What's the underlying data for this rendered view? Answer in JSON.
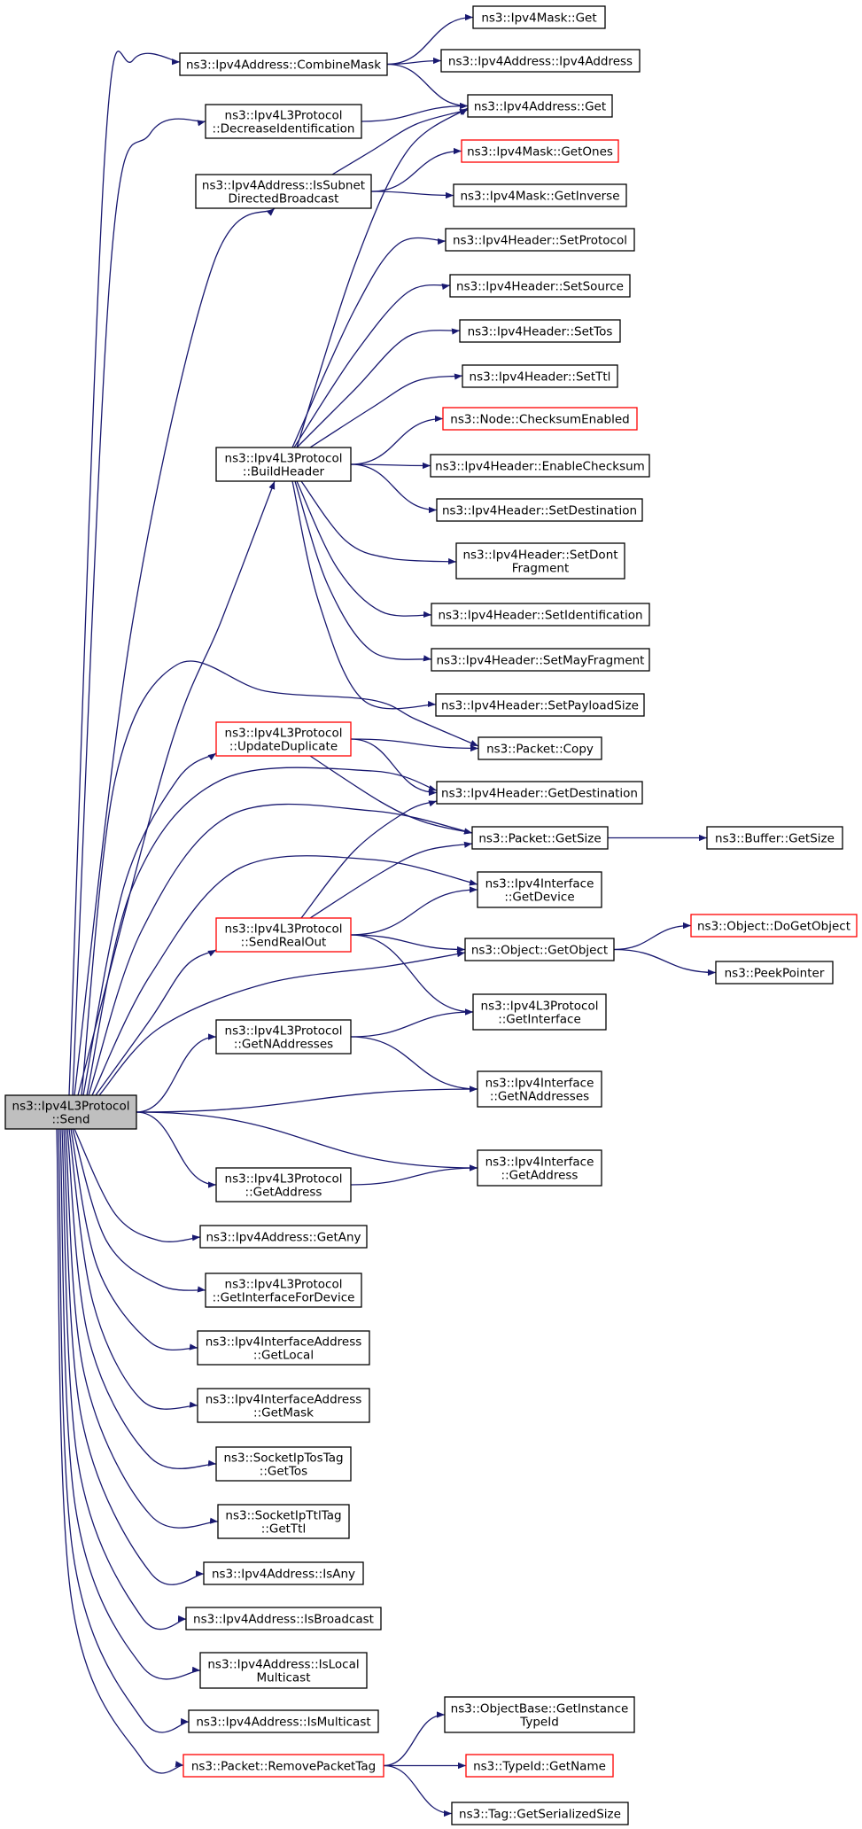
{
  "colors": {
    "edge": "#191970",
    "normal_border": "#000000",
    "red_border": "#ff0000",
    "root_fill": "#bfbfbf",
    "node_fill": "#ffffff"
  },
  "nodes": [
    {
      "id": "send",
      "lines": [
        "ns3::Ipv4L3Protocol",
        "::Send"
      ],
      "style": "root"
    },
    {
      "id": "combine_mask",
      "lines": [
        "ns3::Ipv4Address::CombineMask"
      ],
      "style": "normal"
    },
    {
      "id": "decrease_id",
      "lines": [
        "ns3::Ipv4L3Protocol",
        "::DecreaseIdentification"
      ],
      "style": "normal"
    },
    {
      "id": "is_subnet_db",
      "lines": [
        "ns3::Ipv4Address::IsSubnet",
        "DirectedBroadcast"
      ],
      "style": "normal"
    },
    {
      "id": "mask_get",
      "lines": [
        "ns3::Ipv4Mask::Get"
      ],
      "style": "normal"
    },
    {
      "id": "addr_ctor",
      "lines": [
        "ns3::Ipv4Address::Ipv4Address"
      ],
      "style": "normal"
    },
    {
      "id": "addr_get",
      "lines": [
        "ns3::Ipv4Address::Get"
      ],
      "style": "normal"
    },
    {
      "id": "mask_get_ones",
      "lines": [
        "ns3::Ipv4Mask::GetOnes"
      ],
      "style": "red"
    },
    {
      "id": "mask_get_inverse",
      "lines": [
        "ns3::Ipv4Mask::GetInverse"
      ],
      "style": "normal"
    },
    {
      "id": "build_header",
      "lines": [
        "ns3::Ipv4L3Protocol",
        "::BuildHeader"
      ],
      "style": "normal"
    },
    {
      "id": "h_set_protocol",
      "lines": [
        "ns3::Ipv4Header::SetProtocol"
      ],
      "style": "normal"
    },
    {
      "id": "h_set_source",
      "lines": [
        "ns3::Ipv4Header::SetSource"
      ],
      "style": "normal"
    },
    {
      "id": "h_set_tos",
      "lines": [
        "ns3::Ipv4Header::SetTos"
      ],
      "style": "normal"
    },
    {
      "id": "h_set_ttl",
      "lines": [
        "ns3::Ipv4Header::SetTtl"
      ],
      "style": "normal"
    },
    {
      "id": "node_checksum",
      "lines": [
        "ns3::Node::ChecksumEnabled"
      ],
      "style": "red"
    },
    {
      "id": "h_enable_checksum",
      "lines": [
        "ns3::Ipv4Header::EnableChecksum"
      ],
      "style": "normal"
    },
    {
      "id": "h_set_destination",
      "lines": [
        "ns3::Ipv4Header::SetDestination"
      ],
      "style": "normal"
    },
    {
      "id": "h_set_dont_fragment",
      "lines": [
        "ns3::Ipv4Header::SetDont",
        "Fragment"
      ],
      "style": "normal"
    },
    {
      "id": "h_set_identification",
      "lines": [
        "ns3::Ipv4Header::SetIdentification"
      ],
      "style": "normal"
    },
    {
      "id": "h_set_may_fragment",
      "lines": [
        "ns3::Ipv4Header::SetMayFragment"
      ],
      "style": "normal"
    },
    {
      "id": "h_set_payload_size",
      "lines": [
        "ns3::Ipv4Header::SetPayloadSize"
      ],
      "style": "normal"
    },
    {
      "id": "update_duplicate",
      "lines": [
        "ns3::Ipv4L3Protocol",
        "::UpdateDuplicate"
      ],
      "style": "red"
    },
    {
      "id": "packet_copy",
      "lines": [
        "ns3::Packet::Copy"
      ],
      "style": "normal"
    },
    {
      "id": "h_get_destination",
      "lines": [
        "ns3::Ipv4Header::GetDestination"
      ],
      "style": "normal"
    },
    {
      "id": "packet_get_size",
      "lines": [
        "ns3::Packet::GetSize"
      ],
      "style": "normal"
    },
    {
      "id": "buffer_get_size",
      "lines": [
        "ns3::Buffer::GetSize"
      ],
      "style": "normal"
    },
    {
      "id": "iface_get_device",
      "lines": [
        "ns3::Ipv4Interface",
        "::GetDevice"
      ],
      "style": "normal"
    },
    {
      "id": "send_real_out",
      "lines": [
        "ns3::Ipv4L3Protocol",
        "::SendRealOut"
      ],
      "style": "red"
    },
    {
      "id": "object_get_object",
      "lines": [
        "ns3::Object::GetObject"
      ],
      "style": "normal"
    },
    {
      "id": "object_do_get_object",
      "lines": [
        "ns3::Object::DoGetObject"
      ],
      "style": "red"
    },
    {
      "id": "peek_pointer",
      "lines": [
        "ns3::PeekPointer"
      ],
      "style": "normal"
    },
    {
      "id": "l3_get_interface",
      "lines": [
        "ns3::Ipv4L3Protocol",
        "::GetInterface"
      ],
      "style": "normal"
    },
    {
      "id": "l3_get_n_addresses",
      "lines": [
        "ns3::Ipv4L3Protocol",
        "::GetNAddresses"
      ],
      "style": "normal"
    },
    {
      "id": "iface_get_n_addresses",
      "lines": [
        "ns3::Ipv4Interface",
        "::GetNAddresses"
      ],
      "style": "normal"
    },
    {
      "id": "iface_get_address",
      "lines": [
        "ns3::Ipv4Interface",
        "::GetAddress"
      ],
      "style": "normal"
    },
    {
      "id": "l3_get_address",
      "lines": [
        "ns3::Ipv4L3Protocol",
        "::GetAddress"
      ],
      "style": "normal"
    },
    {
      "id": "addr_get_any",
      "lines": [
        "ns3::Ipv4Address::GetAny"
      ],
      "style": "normal"
    },
    {
      "id": "l3_get_iface_for_device",
      "lines": [
        "ns3::Ipv4L3Protocol",
        "::GetInterfaceForDevice"
      ],
      "style": "normal"
    },
    {
      "id": "ifaddr_get_local",
      "lines": [
        "ns3::Ipv4InterfaceAddress",
        "::GetLocal"
      ],
      "style": "normal"
    },
    {
      "id": "ifaddr_get_mask",
      "lines": [
        "ns3::Ipv4InterfaceAddress",
        "::GetMask"
      ],
      "style": "normal"
    },
    {
      "id": "tos_tag_get_tos",
      "lines": [
        "ns3::SocketIpTosTag",
        "::GetTos"
      ],
      "style": "normal"
    },
    {
      "id": "ttl_tag_get_ttl",
      "lines": [
        "ns3::SocketIpTtlTag",
        "::GetTtl"
      ],
      "style": "normal"
    },
    {
      "id": "addr_is_any",
      "lines": [
        "ns3::Ipv4Address::IsAny"
      ],
      "style": "normal"
    },
    {
      "id": "addr_is_broadcast",
      "lines": [
        "ns3::Ipv4Address::IsBroadcast"
      ],
      "style": "normal"
    },
    {
      "id": "addr_is_local_multicast",
      "lines": [
        "ns3::Ipv4Address::IsLocal",
        "Multicast"
      ],
      "style": "normal"
    },
    {
      "id": "addr_is_multicast",
      "lines": [
        "ns3::Ipv4Address::IsMulticast"
      ],
      "style": "normal"
    },
    {
      "id": "remove_packet_tag",
      "lines": [
        "ns3::Packet::RemovePacketTag"
      ],
      "style": "red"
    },
    {
      "id": "objbase_get_instance_typeid",
      "lines": [
        "ns3::ObjectBase::GetInstance",
        "TypeId"
      ],
      "style": "normal"
    },
    {
      "id": "typeid_get_name",
      "lines": [
        "ns3::TypeId::GetName"
      ],
      "style": "red"
    },
    {
      "id": "tag_get_serialized_size",
      "lines": [
        "ns3::Tag::GetSerializedSize"
      ],
      "style": "normal"
    }
  ],
  "edges": [
    [
      "send",
      "combine_mask"
    ],
    [
      "send",
      "decrease_id"
    ],
    [
      "send",
      "is_subnet_db"
    ],
    [
      "send",
      "build_header"
    ],
    [
      "send",
      "packet_copy"
    ],
    [
      "send",
      "update_duplicate"
    ],
    [
      "send",
      "h_get_destination"
    ],
    [
      "send",
      "packet_get_size"
    ],
    [
      "send",
      "iface_get_device"
    ],
    [
      "send",
      "send_real_out"
    ],
    [
      "send",
      "object_get_object"
    ],
    [
      "send",
      "l3_get_n_addresses"
    ],
    [
      "send",
      "iface_get_n_addresses"
    ],
    [
      "send",
      "iface_get_address"
    ],
    [
      "send",
      "l3_get_address"
    ],
    [
      "send",
      "addr_get_any"
    ],
    [
      "send",
      "l3_get_iface_for_device"
    ],
    [
      "send",
      "ifaddr_get_local"
    ],
    [
      "send",
      "ifaddr_get_mask"
    ],
    [
      "send",
      "tos_tag_get_tos"
    ],
    [
      "send",
      "ttl_tag_get_ttl"
    ],
    [
      "send",
      "addr_is_any"
    ],
    [
      "send",
      "addr_is_broadcast"
    ],
    [
      "send",
      "addr_is_local_multicast"
    ],
    [
      "send",
      "addr_is_multicast"
    ],
    [
      "send",
      "remove_packet_tag"
    ],
    [
      "combine_mask",
      "mask_get"
    ],
    [
      "combine_mask",
      "addr_ctor"
    ],
    [
      "combine_mask",
      "addr_get"
    ],
    [
      "decrease_id",
      "addr_get"
    ],
    [
      "is_subnet_db",
      "addr_get"
    ],
    [
      "is_subnet_db",
      "mask_get_ones"
    ],
    [
      "is_subnet_db",
      "mask_get_inverse"
    ],
    [
      "build_header",
      "addr_get"
    ],
    [
      "build_header",
      "h_set_protocol"
    ],
    [
      "build_header",
      "h_set_source"
    ],
    [
      "build_header",
      "h_set_tos"
    ],
    [
      "build_header",
      "h_set_ttl"
    ],
    [
      "build_header",
      "node_checksum"
    ],
    [
      "build_header",
      "h_enable_checksum"
    ],
    [
      "build_header",
      "h_set_destination"
    ],
    [
      "build_header",
      "h_set_dont_fragment"
    ],
    [
      "build_header",
      "h_set_identification"
    ],
    [
      "build_header",
      "h_set_may_fragment"
    ],
    [
      "build_header",
      "h_set_payload_size"
    ],
    [
      "update_duplicate",
      "packet_copy"
    ],
    [
      "update_duplicate",
      "h_get_destination"
    ],
    [
      "update_duplicate",
      "packet_get_size"
    ],
    [
      "packet_get_size",
      "buffer_get_size"
    ],
    [
      "send_real_out",
      "h_get_destination"
    ],
    [
      "send_real_out",
      "packet_get_size"
    ],
    [
      "send_real_out",
      "iface_get_device"
    ],
    [
      "send_real_out",
      "object_get_object"
    ],
    [
      "send_real_out",
      "l3_get_interface"
    ],
    [
      "object_get_object",
      "object_do_get_object"
    ],
    [
      "object_get_object",
      "peek_pointer"
    ],
    [
      "l3_get_n_addresses",
      "l3_get_interface"
    ],
    [
      "l3_get_n_addresses",
      "iface_get_n_addresses"
    ],
    [
      "l3_get_address",
      "iface_get_address"
    ],
    [
      "remove_packet_tag",
      "objbase_get_instance_typeid"
    ],
    [
      "remove_packet_tag",
      "typeid_get_name"
    ],
    [
      "remove_packet_tag",
      "tag_get_serialized_size"
    ]
  ]
}
